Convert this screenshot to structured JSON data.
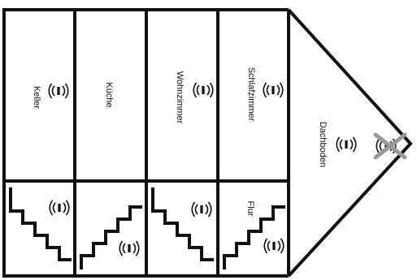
{
  "rooms": {
    "keller": "Keller",
    "kueche": "Küche",
    "wohnzimmer": "Wohnzimmer",
    "schlafzimmer": "Schlafzimmer",
    "dachboden": "Dachboden",
    "flur": "Flur"
  },
  "icons": {
    "signal": "wireless-signal-icon",
    "crossed_signal": "crossed-out-signal-icon"
  },
  "colors": {
    "lines": "#111111",
    "cross": "#999999",
    "background": "#ffffff"
  }
}
